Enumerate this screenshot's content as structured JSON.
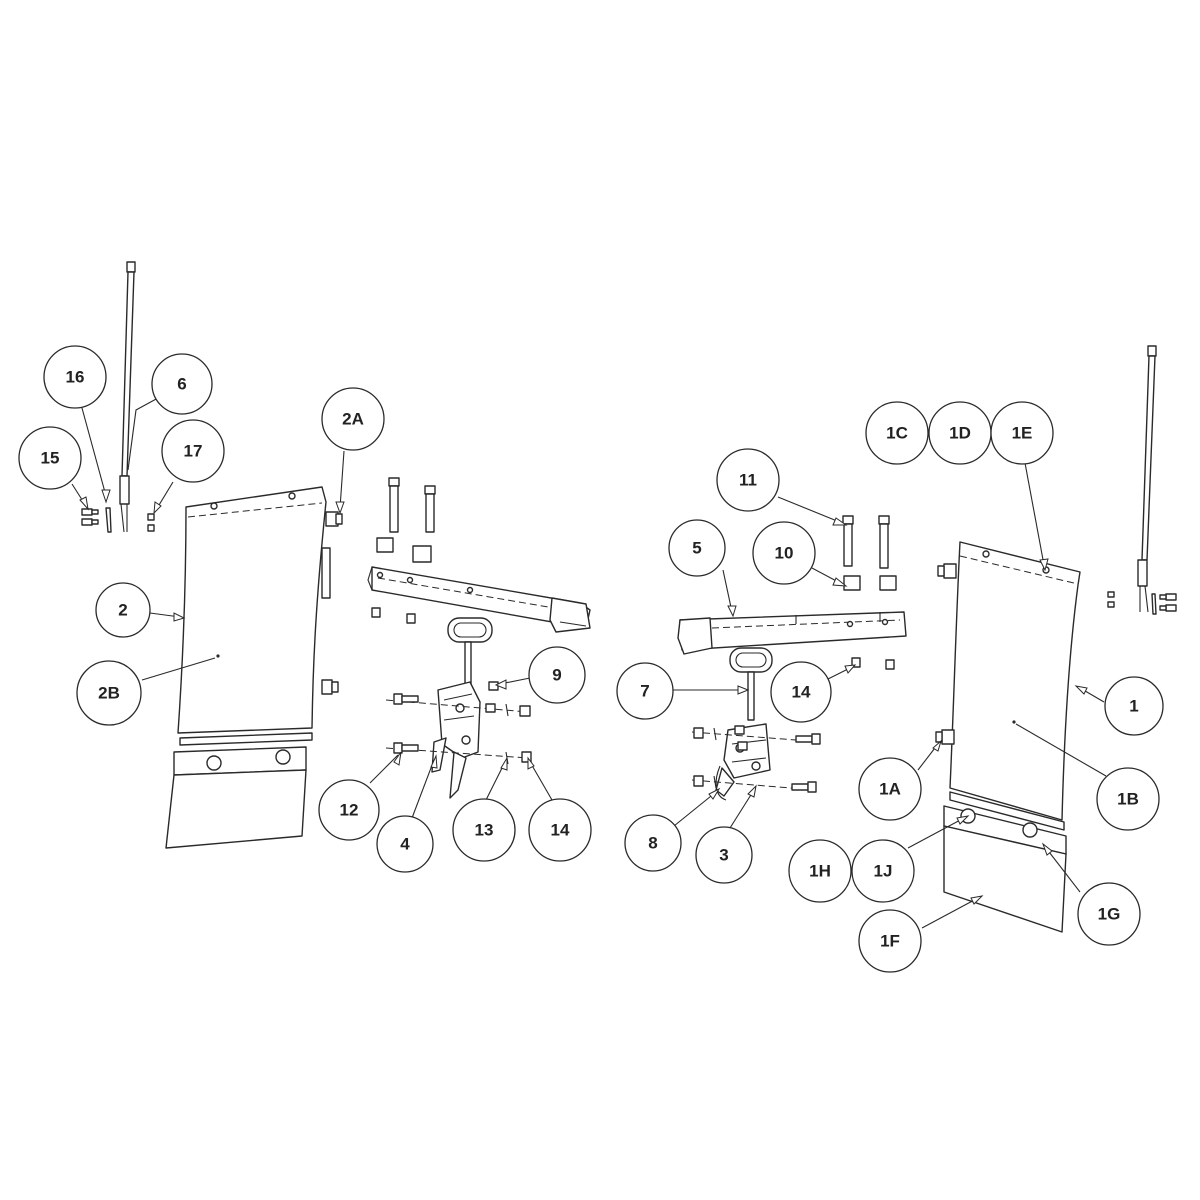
{
  "diagram": {
    "callouts": {
      "c16": "16",
      "c6": "6",
      "c15": "15",
      "c17": "17",
      "c2A": "2A",
      "c2": "2",
      "c2B": "2B",
      "c9": "9",
      "c12": "12",
      "c4": "4",
      "c13": "13",
      "c14a": "14",
      "c11": "11",
      "c5": "5",
      "c10": "10",
      "c7": "7",
      "c14b": "14",
      "c8": "8",
      "c3": "3",
      "c1C": "1C",
      "c1D": "1D",
      "c1E": "1E",
      "c1": "1",
      "c1A": "1A",
      "c1B": "1B",
      "c1H": "1H",
      "c1J": "1J",
      "c1G": "1G",
      "c1F": "1F"
    }
  }
}
